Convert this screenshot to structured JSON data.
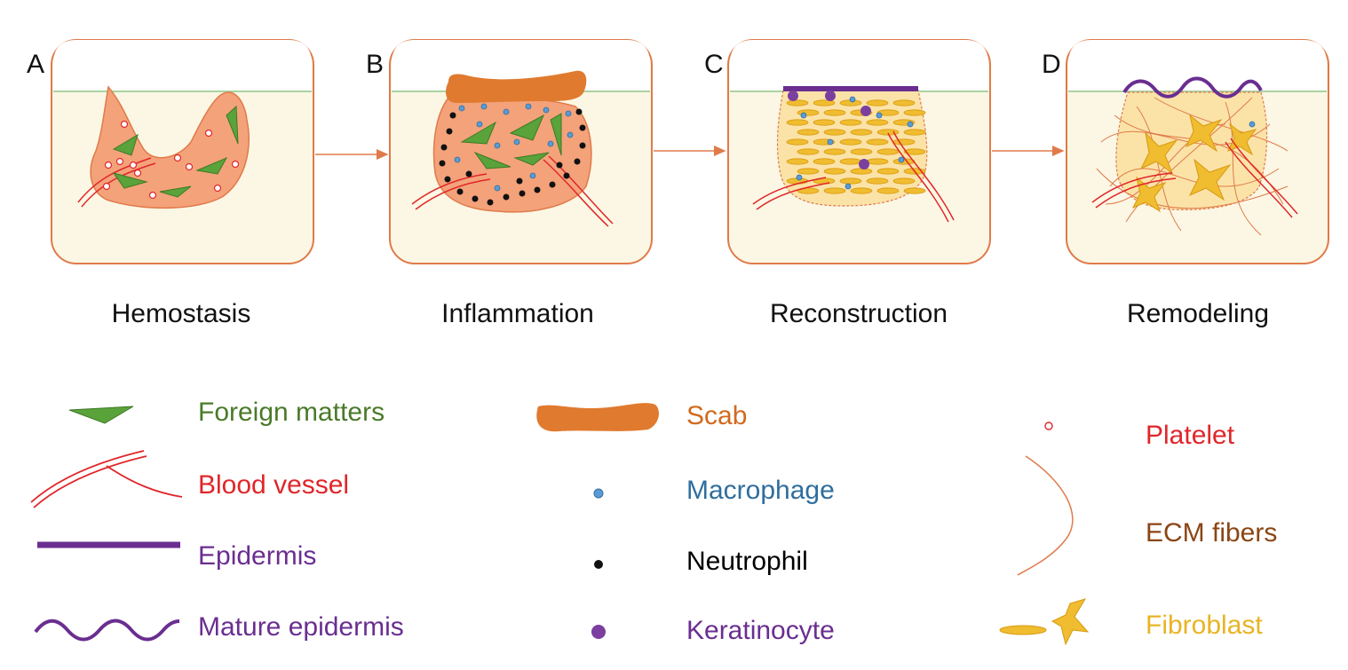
{
  "panels": [
    {
      "letter": "A",
      "label": "Hemostasis"
    },
    {
      "letter": "B",
      "label": "Inflammation"
    },
    {
      "letter": "C",
      "label": "Reconstruction"
    },
    {
      "letter": "D",
      "label": "Remodeling"
    }
  ],
  "legend": {
    "foreign_matters": {
      "label": "Foreign matters",
      "color": "#4a7a2a"
    },
    "blood_vessel": {
      "label": "Blood vessel",
      "color": "#e0262a"
    },
    "epidermis": {
      "label": "Epidermis",
      "color": "#6a2e90"
    },
    "mature_epidermis": {
      "label": "Mature epidermis",
      "color": "#6a2e90"
    },
    "scab": {
      "label": "Scab",
      "color": "#d2691e"
    },
    "macrophage": {
      "label": "Macrophage",
      "color": "#2f6e9e"
    },
    "neutrophil": {
      "label": "Neutrophil",
      "color": "#000000"
    },
    "keratinocyte": {
      "label": "Keratinocyte",
      "color": "#6a2e90"
    },
    "platelet": {
      "label": "Platelet",
      "color": "#e0262a"
    },
    "ecm_fibers": {
      "label": "ECM fibers",
      "color": "#8b4513"
    },
    "fibroblast": {
      "label": "Fibroblast",
      "color": "#e8b424"
    }
  },
  "colors": {
    "panel_border": "#e07a4a",
    "dermis_fill": "#fbf7e4",
    "skin_line": "#a9d3a2",
    "wound_fill": "#f4a27a",
    "arrow": "#e07a4a"
  }
}
